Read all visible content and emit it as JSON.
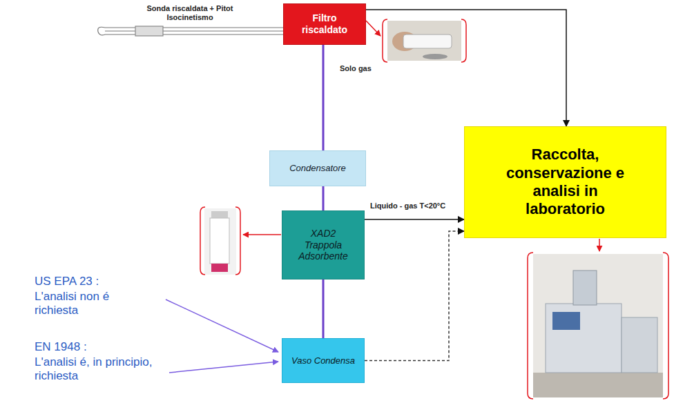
{
  "diagram": {
    "nodes": [
      {
        "text": [
          "Filtro riscaldato"
        ]
      },
      {
        "text": [
          "Condensatore"
        ]
      },
      {
        "text": [
          "XAD2 Trappola Adsorbente"
        ]
      },
      {
        "text": [
          "Vaso Condensa"
        ]
      },
      {
        "text": [
          "Raccolta, conservazione e analisi in laboratorio"
        ]
      }
    ],
    "edges": [
      {
        "from": 0,
        "to": 1,
        "arrow": "none",
        "label": "Solo gas"
      },
      {
        "from": 0,
        "to": 4,
        "arrow": "to"
      },
      {
        "from": 1,
        "to": 2,
        "arrow": "none"
      },
      {
        "from": 2,
        "to": 3,
        "arrow": "none"
      },
      {
        "from": 2,
        "to": 4,
        "arrow": "to",
        "label": "Liquido - gas T<20°C"
      },
      {
        "from": 3,
        "to": 4,
        "arrow": "to"
      }
    ],
    "labels": [
      "Sonda riscaldata + Pitot Isocinetismo",
      "US EPA 23 :",
      "L'analisi non é richiesta",
      "EN 1948 :",
      "L'analisi é, in principio, richiesta"
    ]
  }
}
